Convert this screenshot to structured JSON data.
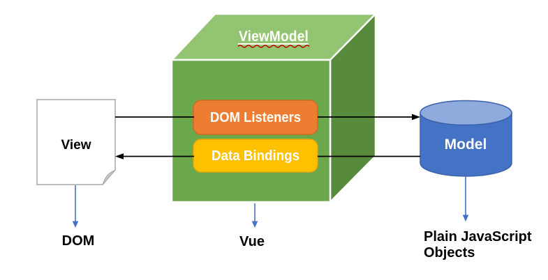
{
  "nodes": {
    "viewmodel_label": "ViewModel",
    "dom_listeners_label": "DOM Listeners",
    "data_bindings_label": "Data Bindings",
    "view_label": "View",
    "model_label": "Model"
  },
  "captions": {
    "view_caption": "DOM",
    "viewmodel_caption": "Vue",
    "model_caption_line1": "Plain JavaScript",
    "model_caption_line2": "Objects"
  },
  "colors": {
    "cube_top": "#93C472",
    "cube_front": "#6BA74B",
    "cube_right": "#578B3B",
    "cube_edge": "#FFFFFF",
    "dom_listeners_fill": "#ED7D31",
    "dom_listeners_stroke": "#D26A1F",
    "data_bindings_fill": "#FFC000",
    "data_bindings_stroke": "#E2A70E",
    "cylinder_fill": "#4472C4",
    "cylinder_top_fill": "#8FAADC",
    "cylinder_stroke": "#3A62AB",
    "page_fill": "#FFFFFF",
    "page_stroke": "#A6A6A6",
    "fold_fill": "#C9C9C9",
    "black_arrow": "#000000",
    "blue_arrow": "#4472C4",
    "spellcheck_red": "#C00000",
    "text_on_dark": "#FFFFFF",
    "text_dark": "#000000"
  }
}
